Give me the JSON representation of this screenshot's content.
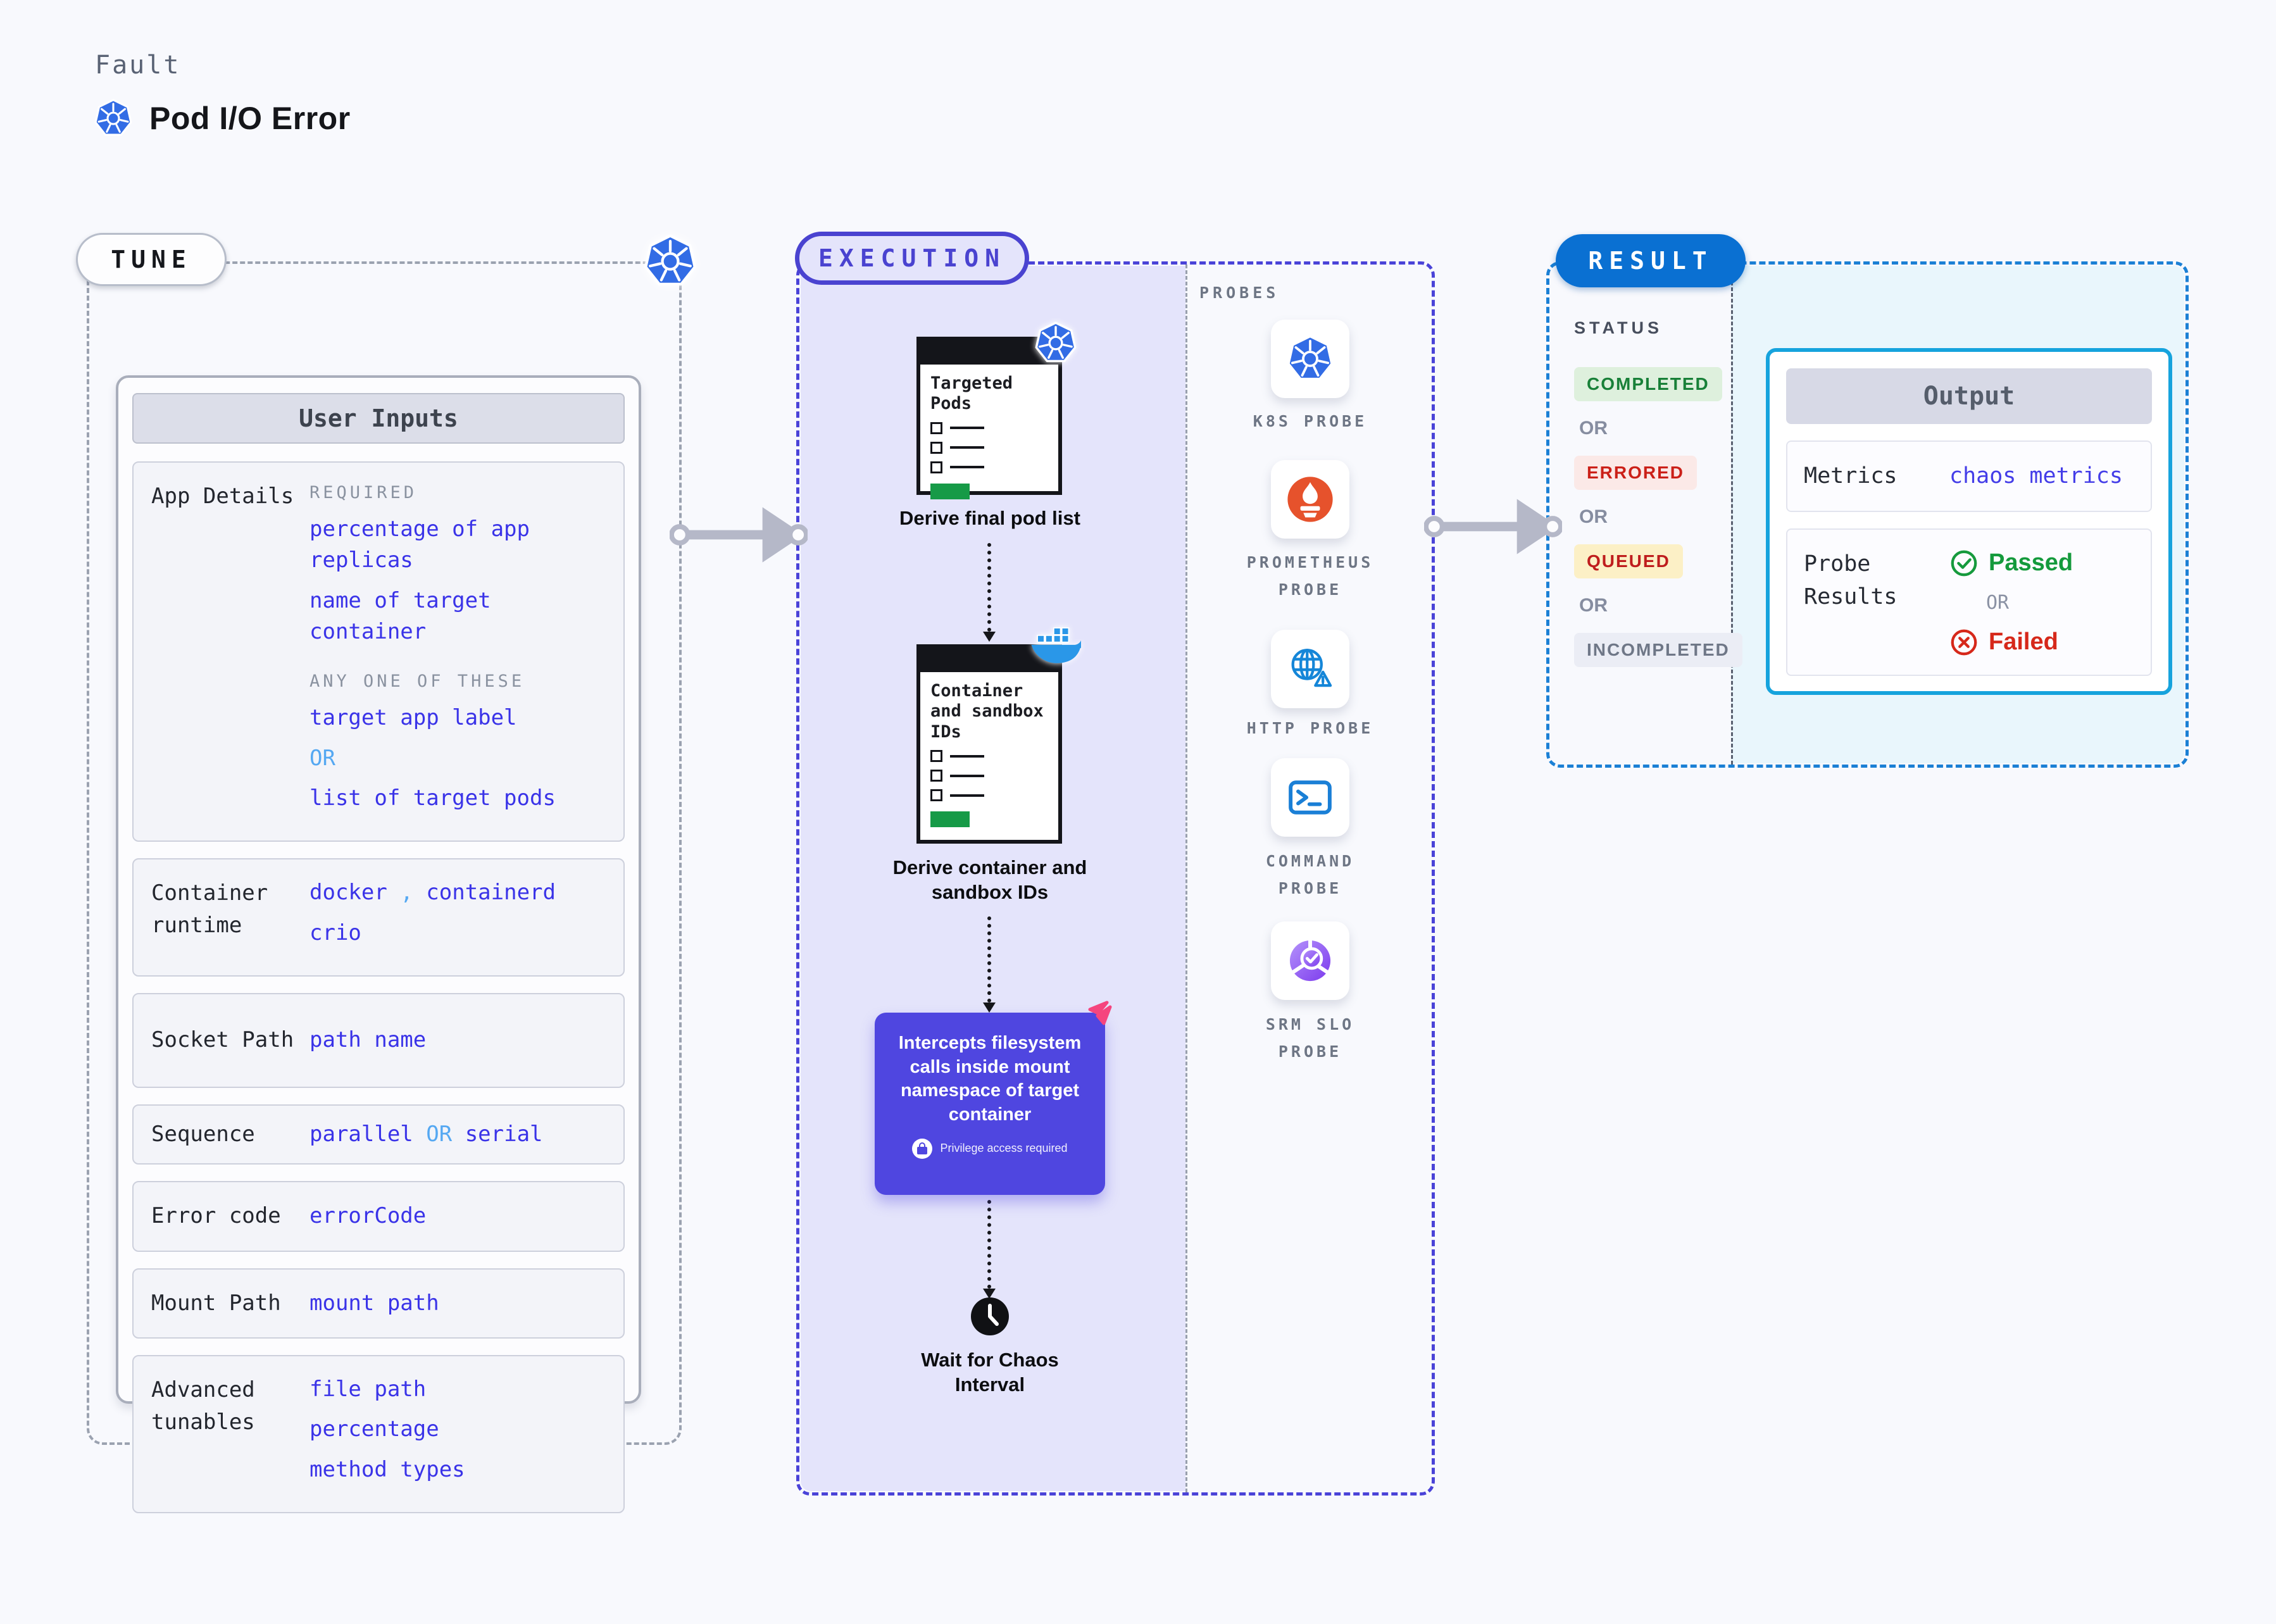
{
  "header": {
    "kicker": "Fault",
    "title": "Pod I/O Error",
    "title_icon": "kubernetes-icon"
  },
  "tune": {
    "pill": "TUNE",
    "corner_icon": "kubernetes-icon",
    "table_title": "User Inputs",
    "rows": [
      {
        "label": "App Details",
        "caps1": "REQUIRED",
        "req1": "percentage of app replicas",
        "req2": "name of target container",
        "caps2": "ANY ONE OF THESE",
        "opt1": "target app label",
        "or": "OR",
        "opt2": "list of target pods"
      },
      {
        "label": "Container runtime",
        "v1": "docker",
        "sep": ",",
        "v2": "containerd",
        "v3": "crio"
      },
      {
        "label": "Socket Path",
        "v1": "path name"
      },
      {
        "label": "Sequence",
        "v1": "parallel",
        "or": "OR",
        "v2": "serial"
      },
      {
        "label": "Error code",
        "v1": "errorCode"
      },
      {
        "label": "Mount Path",
        "v1": "mount path"
      },
      {
        "label": "Advanced tunables",
        "v1": "file path",
        "v2": "percentage",
        "v3": "method types"
      }
    ]
  },
  "execution": {
    "pill": "EXECUTION",
    "clipboard1_title": "Targeted Pods",
    "clipboard1_badge": "kubernetes-icon",
    "step1_caption": "Derive final pod list",
    "clipboard2_title": "Container and sandbox IDs",
    "clipboard2_badge": "docker-icon",
    "step2_caption": "Derive container and sandbox IDs",
    "intercept_text": "Intercepts filesystem calls inside mount namespace of target container",
    "intercept_badge": "chaos-logo-icon",
    "privilege_note": "Privilege access required",
    "wait_icon": "clock-icon",
    "wait_caption": "Wait for Chaos Interval"
  },
  "probes": {
    "panel_label": "PROBES",
    "items": [
      {
        "label": "K8S PROBE",
        "icon": "kubernetes-icon"
      },
      {
        "label": "PROMETHEUS PROBE",
        "icon": "prometheus-icon"
      },
      {
        "label": "HTTP PROBE",
        "icon": "globe-warning-icon"
      },
      {
        "label": "COMMAND PROBE",
        "icon": "terminal-icon"
      },
      {
        "label": "SRM SLO PROBE",
        "icon": "slo-donut-check-icon"
      }
    ]
  },
  "result": {
    "pill": "RESULT",
    "status_label": "STATUS",
    "or_label": "OR",
    "statuses": [
      {
        "label": "COMPLETED",
        "color": "#188038"
      },
      {
        "label": "ERRORED",
        "color": "#cb2018"
      },
      {
        "label": "QUEUED",
        "color": "#bf1d1d"
      },
      {
        "label": "INCOMPLETED",
        "color": "#6f7787"
      }
    ],
    "output": {
      "title": "Output",
      "metrics_label": "Metrics",
      "metrics_value": "chaos metrics",
      "probe_results_label": "Probe Results",
      "passed_label": "Passed",
      "passed_icon": "check-circle-icon",
      "or_label": "OR",
      "failed_label": "Failed",
      "failed_icon": "x-circle-icon"
    }
  },
  "colors": {
    "page_bg": "#f8f9fd",
    "kubernetes_blue": "#326ce5",
    "execution_indigo": "#4a43d8",
    "execution_fill": "#e4e4fb",
    "intercept_purple": "#4f46e0",
    "result_blue": "#0a70d2",
    "output_border": "#16a3dd",
    "result_fill": "#e9f6fc",
    "value_blue": "#3a33e8",
    "value_lightblue": "#55a8f2",
    "completed_green": "#188038",
    "errored_red": "#cb2018",
    "queued_bg": "#fcf0c6",
    "passed_green": "#149a3c",
    "failed_red": "#d6281a",
    "arrow_gray": "#b5b8c8",
    "clipboard_green": "#169a47",
    "docker_blue": "#2a97e8",
    "prometheus_orange": "#e6522c",
    "chaos_pink": "#f5457e"
  }
}
